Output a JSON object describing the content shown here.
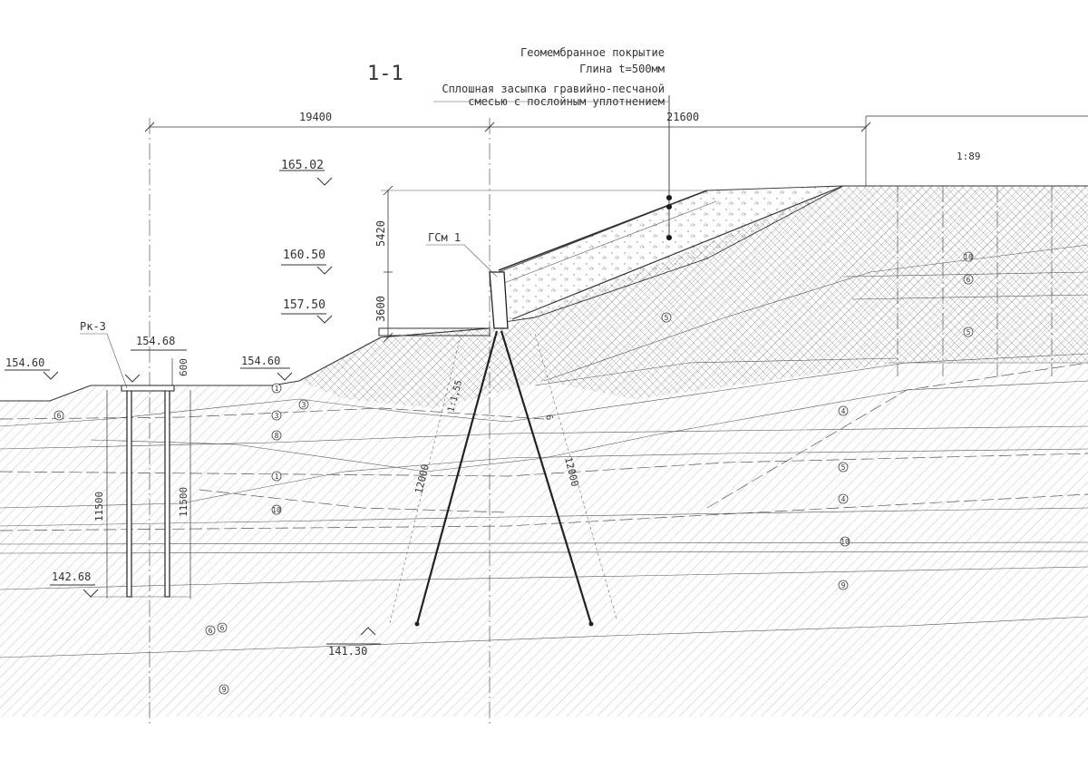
{
  "section_title": "1-1",
  "layer_notes": [
    "Геомембранное покрытие",
    "Глина t=500мм",
    "Сплошная засыпка гравийно-песчаной",
    "смесью с послойным уплотнением"
  ],
  "dimensions": {
    "left_span": "19400",
    "right_span": "21600",
    "right_small": "1:89",
    "height_upper": "5420",
    "height_lower": "3600",
    "pile_left_a": "11500",
    "pile_left_b": "11500",
    "anchor_left": "12000",
    "anchor_right": "12000",
    "small_600": "600",
    "slope_a": "1:1,55",
    "slope_b": "6"
  },
  "elevations": {
    "e165": "165.02",
    "e160": "160.50",
    "e157": "157.50",
    "e154_left": "154.60",
    "e154_mid": "154.68",
    "e154_right": "154.60",
    "e142": "142.68",
    "e141": "141.30"
  },
  "labels": {
    "pile": "Рк-3",
    "anchor": "ГСм 1"
  },
  "layer_markers": [
    "6",
    "3",
    "8",
    "1",
    "10",
    "3",
    "1",
    "6",
    "9",
    "6",
    "10",
    "4",
    "6",
    "5",
    "4",
    "10",
    "9",
    "5",
    "5"
  ]
}
